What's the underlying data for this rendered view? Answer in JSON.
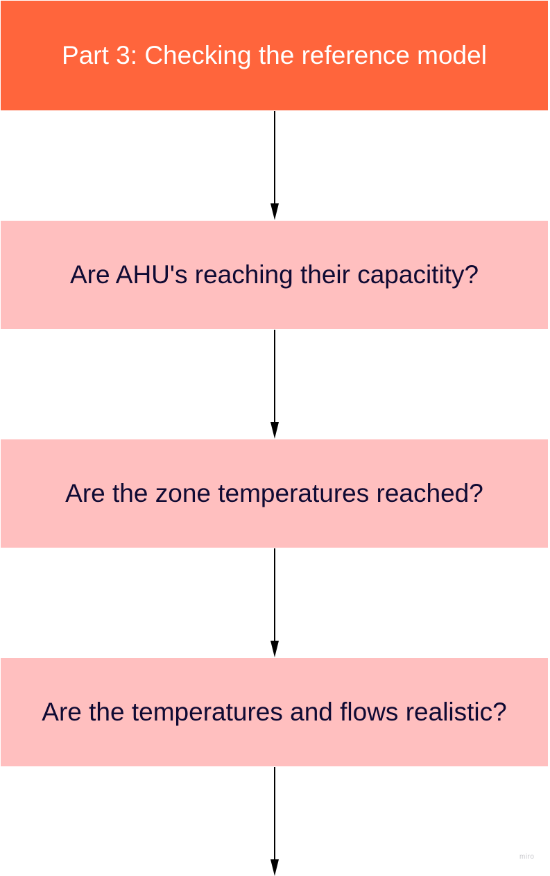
{
  "diagram": {
    "type": "flowchart",
    "direction": "top-to-bottom",
    "header": {
      "label": "Part 3: Checking the reference model",
      "color": "#ff653c",
      "text_color": "#ffffff"
    },
    "steps": [
      {
        "label": "Are AHU's reaching their capacitity?"
      },
      {
        "label": "Are the zone temperatures reached?"
      },
      {
        "label": "Are the temperatures and flows realistic?"
      }
    ],
    "step_color": "#ffbfbf",
    "step_text_color": "#0f0a33",
    "connectors": [
      {
        "from": "header",
        "to": "step-1"
      },
      {
        "from": "step-1",
        "to": "step-2"
      },
      {
        "from": "step-2",
        "to": "step-3"
      },
      {
        "from": "step-3",
        "to": "off-canvas"
      }
    ],
    "arrow_color": "#000000"
  },
  "watermark": {
    "text": "miro"
  }
}
